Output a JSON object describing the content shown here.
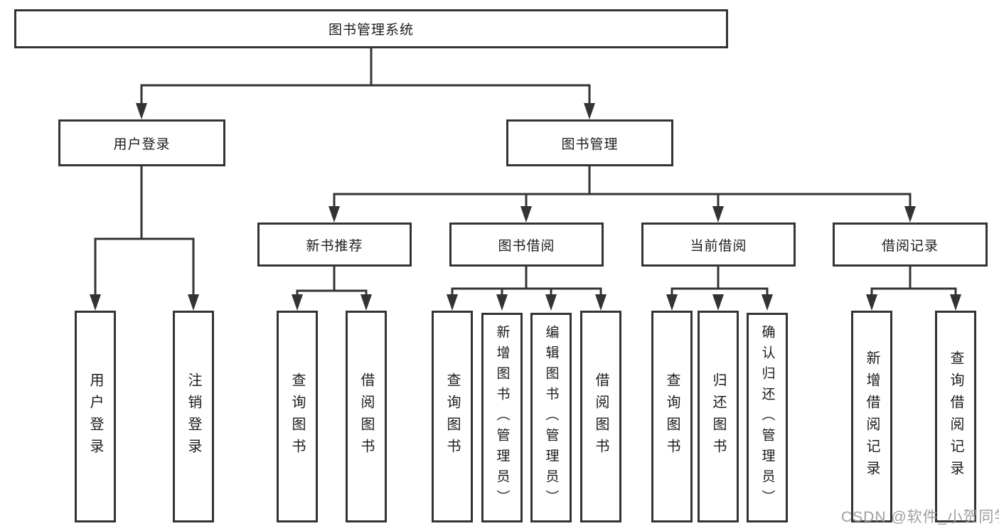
{
  "diagram": {
    "root": {
      "label": "图书管理系统"
    },
    "level2": {
      "user_login": {
        "label": "用户登录"
      },
      "book_management": {
        "label": "图书管理"
      }
    },
    "level3": {
      "new_book_recommend": {
        "label": "新书推荐"
      },
      "book_borrow": {
        "label": "图书借阅"
      },
      "current_borrow": {
        "label": "当前借阅"
      },
      "borrow_record": {
        "label": "借阅记录"
      }
    },
    "leaves": {
      "user_login": {
        "label": "用户登录"
      },
      "logout_login": {
        "label": "注销登录"
      },
      "recommend_query_book": {
        "label": "查询图书"
      },
      "recommend_borrow_book": {
        "label": "借阅图书"
      },
      "borrow_query_book": {
        "label": "查询图书"
      },
      "borrow_add_book_admin": {
        "label": "新增图书（管理员）"
      },
      "borrow_edit_book_admin": {
        "label": "编辑图书（管理员）"
      },
      "borrow_borrow_book": {
        "label": "借阅图书"
      },
      "current_query_book": {
        "label": "查询图书"
      },
      "current_return_book": {
        "label": "归还图书"
      },
      "current_confirm_return_admin": {
        "label": "确认归还（管理员）"
      },
      "record_add_record": {
        "label": "新增借阅记录"
      },
      "record_query_record": {
        "label": "查询借阅记录"
      }
    }
  },
  "watermark": {
    "text": "CSDN @软件_小贺同学"
  },
  "colors": {
    "line": "#333333",
    "border": "#333333",
    "text": "#1c1c1c",
    "watermark": "#9e9e9e",
    "background": "#ffffff"
  }
}
